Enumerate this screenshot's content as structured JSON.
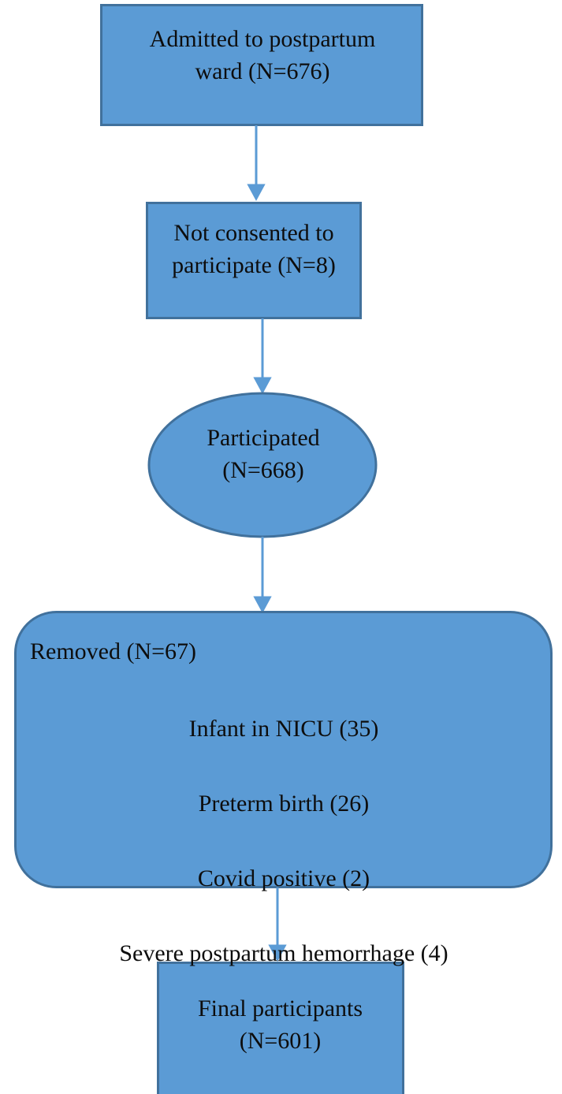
{
  "figure": {
    "type": "flowchart",
    "orientation": "top-to-bottom",
    "palette": {
      "node_fill": "#5B9BD5",
      "node_border": "#41719C",
      "connector": "#5B9BD5",
      "text": "#0D0D0D",
      "background": "#FFFFFF"
    }
  },
  "nodes": {
    "admitted": {
      "shape": "rectangle",
      "line1": "Admitted to postpartum",
      "line2": "ward (N=676)",
      "text": "Admitted to postpartum\nward (N=676)",
      "count": 676
    },
    "not_consented": {
      "shape": "rectangle",
      "line1": "Not consented to",
      "line2": "participate (N=8)",
      "text": "Not consented to\nparticipate (N=8)",
      "count": 8
    },
    "participated": {
      "shape": "ellipse",
      "line1": "Participated",
      "line2": "(N=668)",
      "text": "Participated\n(N=668)",
      "count": 668
    },
    "removed": {
      "shape": "rounded-rectangle",
      "heading": "Removed (N=67)",
      "count": 67,
      "reasons": [
        {
          "label": "Infant in NICU (35)",
          "name": "Infant in NICU",
          "count": 35
        },
        {
          "label": "Preterm birth (26)",
          "name": "Preterm birth",
          "count": 26
        },
        {
          "label": "Covid positive (2)",
          "name": "Covid positive",
          "count": 2
        },
        {
          "label": "Severe postpartum hemorrhage (4)",
          "name": "Severe postpartum hemorrhage",
          "count": 4
        }
      ]
    },
    "final": {
      "shape": "rectangle",
      "line1": "Final participants",
      "line2": "(N=601)",
      "text": "Final participants\n(N=601)",
      "count": 601
    }
  },
  "connectors": [
    {
      "name": "arrow-admitted-to-not-consented",
      "from": "admitted",
      "to": "not_consented"
    },
    {
      "name": "arrow-not-consented-to-participated",
      "from": "not_consented",
      "to": "participated"
    },
    {
      "name": "arrow-participated-to-removed",
      "from": "participated",
      "to": "removed"
    },
    {
      "name": "arrow-removed-to-final",
      "from": "removed",
      "to": "final"
    }
  ]
}
